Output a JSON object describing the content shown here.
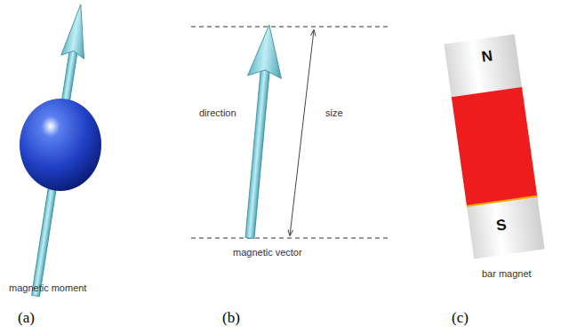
{
  "diagram": {
    "nodes": [
      {
        "text": [
          "N"
        ]
      },
      {
        "text": [
          "S"
        ]
      }
    ],
    "labels": [
      "magnetic moment",
      "direction",
      "size",
      "magnetic vector",
      "bar magnet",
      "(a)",
      "(b)",
      "(c)"
    ]
  }
}
